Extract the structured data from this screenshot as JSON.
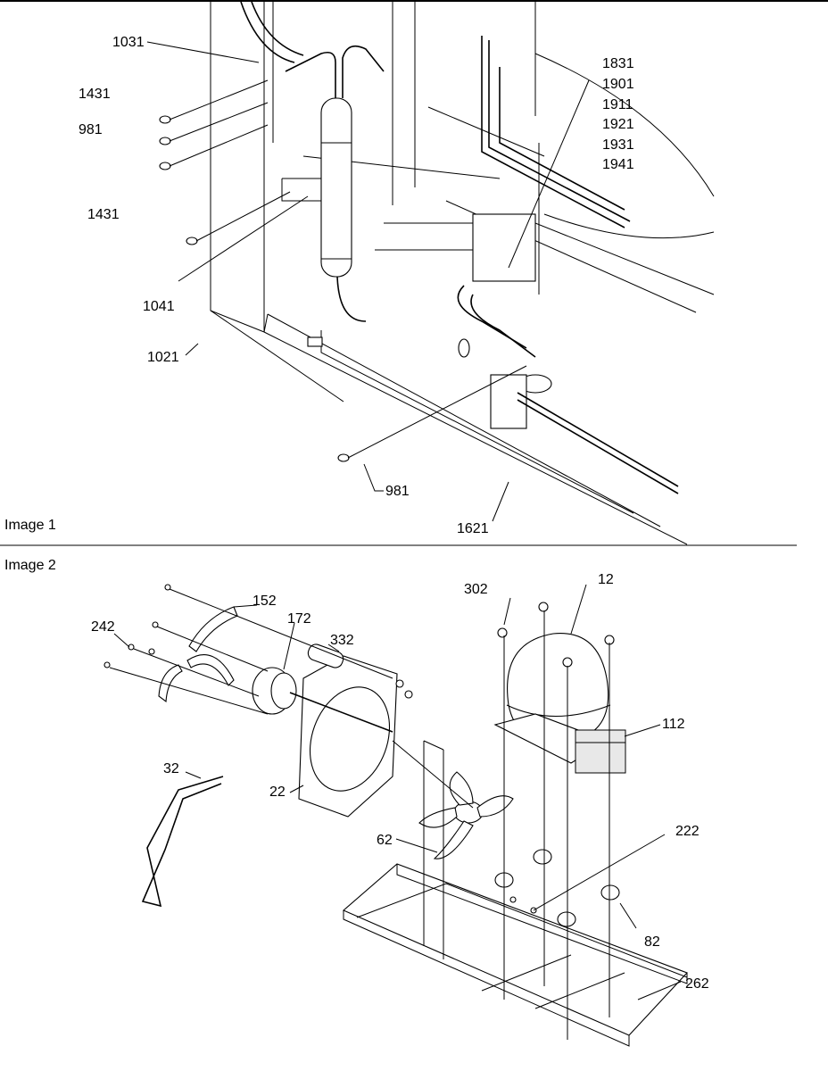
{
  "image1": {
    "caption": "Image 1",
    "labels": {
      "l1031": "1031",
      "l1431a": "1431",
      "l981a": "981",
      "l1431b": "1431",
      "l1041": "1041",
      "l1021": "1021",
      "l1831": "1831",
      "l1901": "1901",
      "l1911": "1911",
      "l1921": "1921",
      "l1931": "1931",
      "l1941": "1941",
      "l981b": "981",
      "l1621": "1621"
    }
  },
  "image2": {
    "caption": "Image 2",
    "labels": {
      "l152": "152",
      "l172": "172",
      "l332": "332",
      "l242": "242",
      "l302": "302",
      "l12": "12",
      "l112": "112",
      "l32": "32",
      "l22": "22",
      "l62": "62",
      "l222": "222",
      "l82": "82",
      "l262": "262"
    }
  }
}
